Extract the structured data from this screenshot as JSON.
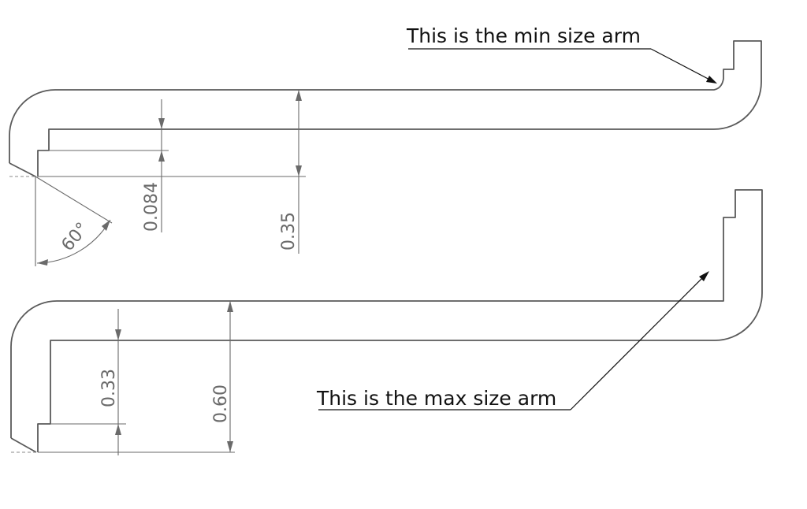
{
  "notes": {
    "min_arm": "This is the min size arm",
    "max_arm": "This is the max size arm"
  },
  "dimensions": {
    "min_step": "0.084",
    "min_height": "0.35",
    "angle": "60°",
    "max_step": "0.33",
    "max_height": "0.60"
  }
}
